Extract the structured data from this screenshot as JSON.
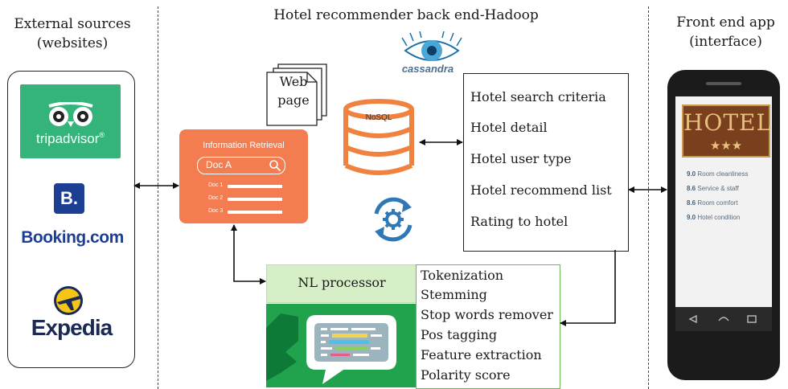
{
  "columns": {
    "external": {
      "title_line1": "External sources",
      "title_line2": "(websites)"
    },
    "backend": {
      "title": "Hotel recommender back end-Hadoop"
    },
    "frontend": {
      "title_line1": "Front end app",
      "title_line2": "(interface)"
    }
  },
  "sources": {
    "tripadvisor": "tripadvisor",
    "tripadvisor_mark": "®",
    "booking_letter": "B.",
    "booking": "Booking.com",
    "expedia": "Expedia"
  },
  "cassandra": {
    "label": "cassandra"
  },
  "web_page": {
    "line1": "Web",
    "line2": "page"
  },
  "nosql": {
    "label": "NoSQL"
  },
  "information_retrieval": {
    "title": "Information Retrieval",
    "search_text": "Doc A",
    "docs": [
      "Doc 1",
      "Doc 2",
      "Doc 3"
    ]
  },
  "backend_list": {
    "items": [
      "Hotel search criteria",
      "Hotel detail",
      "Hotel user type",
      "Hotel recommend list",
      "Rating to hotel"
    ]
  },
  "nl_processor": {
    "label": "NL processor"
  },
  "nl_steps": {
    "items": [
      "Tokenization",
      "Stemming",
      "Stop words remover",
      "Pos tagging",
      "Feature extraction",
      "Polarity score"
    ]
  },
  "phone": {
    "hotel_sign": "HOTEL",
    "stars": "★★★",
    "ratings": [
      {
        "score": "9.0",
        "label": "Room cleanliness"
      },
      {
        "score": "8.6",
        "label": "Service & staff"
      },
      {
        "score": "8.6",
        "label": "Room comfort"
      },
      {
        "score": "9.0",
        "label": "Hotel condition"
      }
    ]
  },
  "colors": {
    "tripadvisor_green": "#34b37a",
    "booking_blue": "#1c3f94",
    "ir_orange": "#f37d51",
    "nosql_orange": "#f0823f",
    "sync_blue": "#2f78b8",
    "nl_green": "#21a24d",
    "nl_box_fill": "#d7efc7"
  }
}
